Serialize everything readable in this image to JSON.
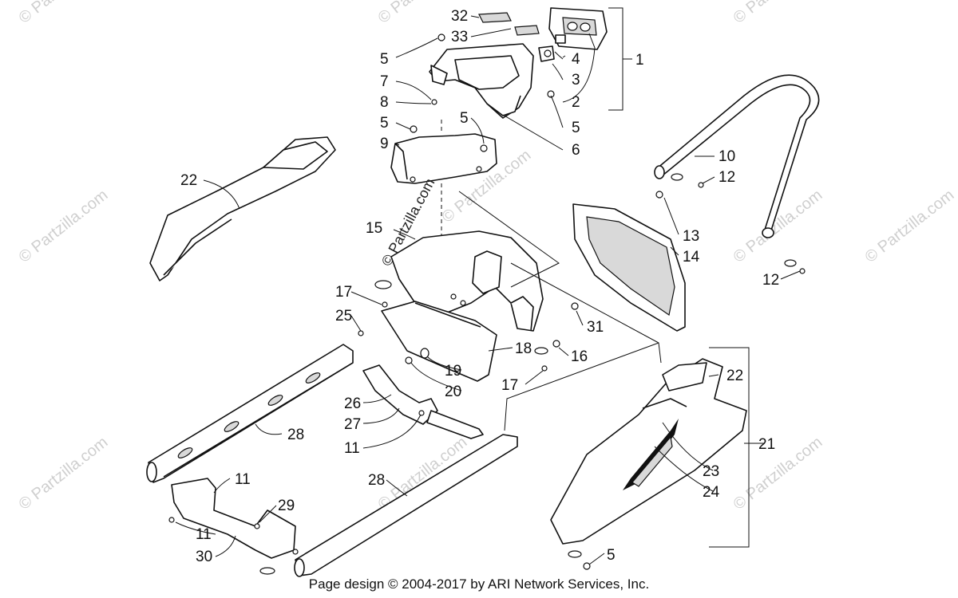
{
  "watermarks": [
    {
      "text": "© Partzilla.com"
    },
    {
      "text": "© Partzilla.com"
    },
    {
      "text": "© Partzilla.com"
    },
    {
      "text": "© Partzilla.com"
    },
    {
      "text": "© Partzilla.com"
    },
    {
      "text": "© Partzilla.com"
    },
    {
      "text": "© Partzilla.com"
    },
    {
      "text": "© Partzilla.com"
    },
    {
      "text": "© Partzilla.com"
    },
    {
      "text": "© Partzilla.com"
    }
  ],
  "center_watermark": "© Partzilla.com",
  "credit": "Page design © 2004-2017 by ARI Network Services, Inc.",
  "callouts": {
    "c32": "32",
    "c33": "33",
    "c5a": "5",
    "c7": "7",
    "c8": "8",
    "c5b": "5",
    "c9": "9",
    "c5c": "5",
    "c4": "4",
    "c3": "3",
    "c2": "2",
    "c1": "1",
    "c5d": "5",
    "c6": "6",
    "c22a": "22",
    "c10": "10",
    "c12a": "12",
    "c15": "15",
    "c13": "13",
    "c14": "14",
    "c12b": "12",
    "c17a": "17",
    "c25": "25",
    "c31": "31",
    "c18": "18",
    "c16": "16",
    "c19": "19",
    "c20": "20",
    "c17b": "17",
    "c22b": "22",
    "c26": "26",
    "c27": "27",
    "c28a": "28",
    "c11a": "11",
    "c21": "21",
    "c23": "23",
    "c24": "24",
    "c28b": "28",
    "c11b": "11",
    "c29": "29",
    "c11c": "11",
    "c30": "30",
    "c5e": "5"
  }
}
